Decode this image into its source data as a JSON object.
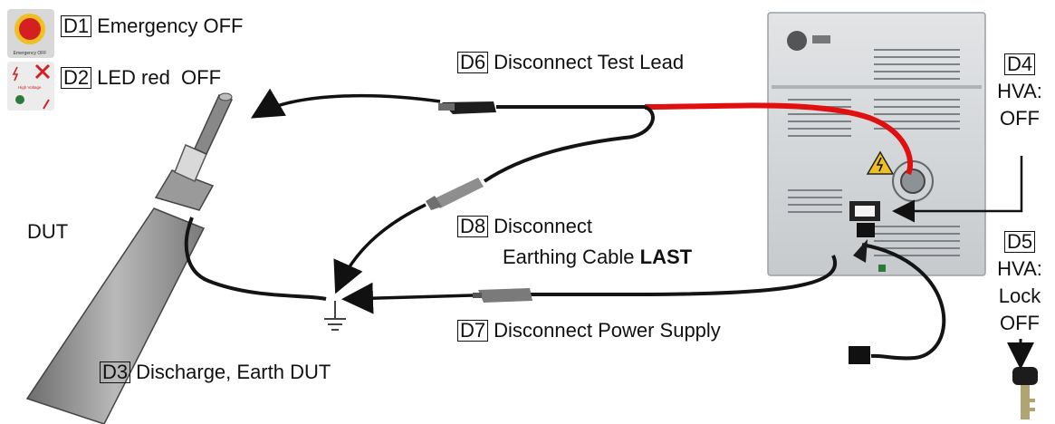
{
  "steps": {
    "d1": {
      "tag": "D1",
      "text": "Emergency OFF"
    },
    "d2": {
      "tag": "D2",
      "text": "LED red  OFF"
    },
    "d3": {
      "tag": "D3",
      "text": "Discharge, Earth DUT"
    },
    "d4": {
      "tag": "D4",
      "line1": "HVA:",
      "line2": "OFF"
    },
    "d5": {
      "tag": "D5",
      "line1": "HVA:",
      "line2": "Lock",
      "line3": "OFF"
    },
    "d6": {
      "tag": "D6",
      "text": "Disconnect Test Lead"
    },
    "d7": {
      "tag": "D7",
      "text": "Disconnect Power Supply"
    },
    "d8": {
      "tag": "D8",
      "line1": "Disconnect",
      "line2_prefix": "Earthing Cable ",
      "line2_bold": "LAST"
    }
  },
  "dut_label": "DUT",
  "emergency_button_caption": "Emergency OFF",
  "hv_panel_caption": "High Voltage",
  "colors": {
    "cable_black": "#141414",
    "cable_red": "#e01010",
    "panel": "#d2d5d8",
    "button_red": "#d42020",
    "button_yellow": "#f0c020",
    "led_green": "#2a7a3a"
  }
}
